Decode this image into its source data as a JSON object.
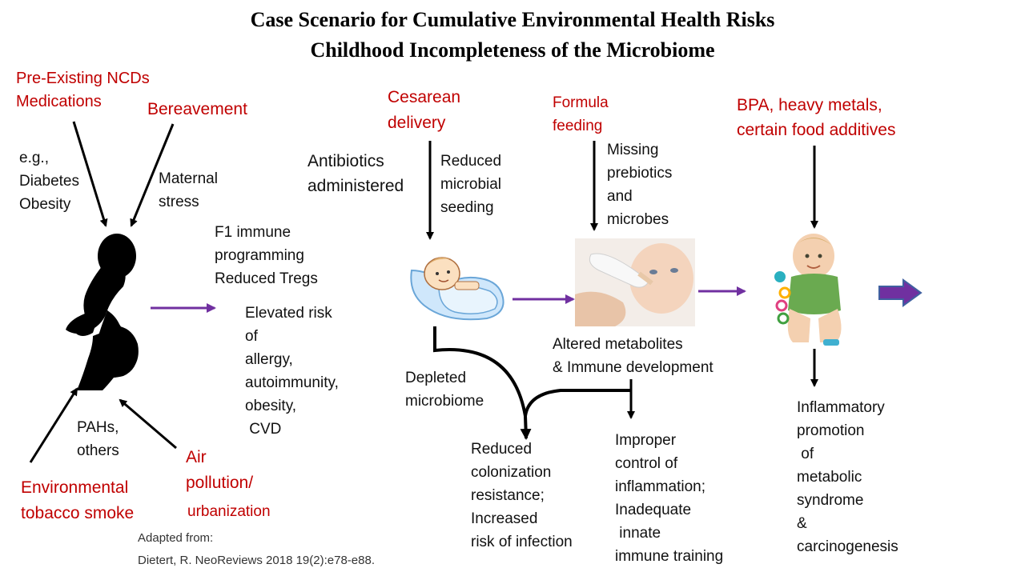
{
  "title": {
    "line1": "Case Scenario for Cumulative Environmental Health Risks",
    "line2": "Childhood Incompleteness of the Microbiome"
  },
  "labels": {
    "pre_existing": "Pre-Existing NCDs\nMedications",
    "bereavement": "Bereavement",
    "eg_diabetes": "e.g.,\nDiabetes\nObesity",
    "maternal_stress": "Maternal\nstress",
    "f1_immune": "F1 immune\nprogramming\nReduced Tregs",
    "elevated_risk": "Elevated risk\nof\nallergy,\nautoimmunity,\nobesity,\n CVD",
    "pahs": "PAHs,\nothers",
    "env_tobacco": "Environmental\ntobacco smoke",
    "air_pollution": "Air\npollution/",
    "urbanization": "urbanization",
    "cesarean": "Cesarean\ndelivery",
    "antibiotics": "Antibiotics\nadministered",
    "reduced_seeding": "Reduced\nmicrobial\nseeding",
    "depleted": "Depleted\nmicrobiome",
    "formula": "Formula\nfeeding",
    "missing_prebiotics": "Missing\nprebiotics\nand\nmicrobes",
    "altered_metabolites": "Altered metabolites\n& Immune development",
    "reduced_colonization": "Reduced\ncolonization\nresistance;\nIncreased\nrisk of infection",
    "improper_control": "Improper\ncontrol of\ninflammation;\nInadequate\n innate\nimmune training",
    "bpa": "BPA, heavy metals,\ncertain food additives",
    "inflammatory": "Inflammatory\npromotion\n of\nmetabolic\nsyndrome\n&\ncarcinogenesis"
  },
  "citation": {
    "line1": "Adapted from:",
    "line2": "Dietert, R. NeoReviews  2018 19(2):e78-e88."
  },
  "colors": {
    "red_text": "#c00000",
    "purple_arrow": "#7030a0",
    "black": "#000000"
  },
  "icons": {
    "pregnant": "pregnant-woman-silhouette",
    "swaddled_baby": "swaddled-baby-illustration",
    "bottle_feeding": "bottle-feeding-baby-photo",
    "baby_toy": "baby-with-toy-photo"
  }
}
